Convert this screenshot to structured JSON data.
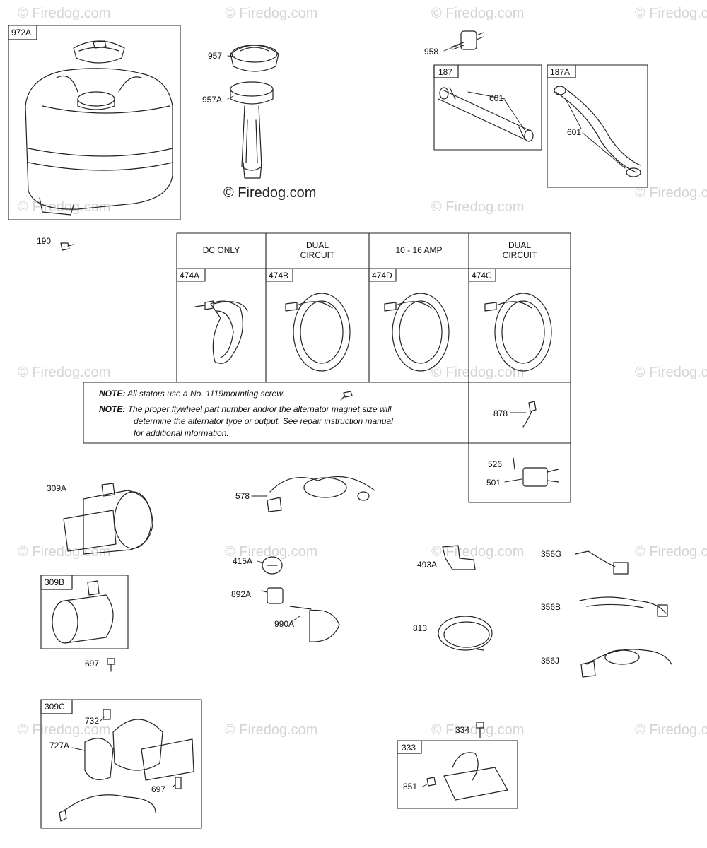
{
  "watermark": {
    "text": "© Firedog.com",
    "color": "#d4d4d4"
  },
  "main_watermark": "© Firedog.com",
  "table": {
    "headers": [
      "DC ONLY",
      "DUAL\nCIRCUIT",
      "10 - 16 AMP",
      "DUAL\nCIRCUIT"
    ],
    "cells": [
      "474A",
      "474B",
      "474D",
      "474C"
    ]
  },
  "notes": {
    "n1_label": "NOTE:",
    "n1_text": "All stators use a No. 1119mounting screw.",
    "n2_label": "NOTE:",
    "n2_line1": "The proper flywheel part number and/or the alternator magnet size will",
    "n2_line2": "determine the alternator type or output. See repair instruction manual",
    "n2_line3": "for additional information."
  },
  "boxes": {
    "b972a": "972A",
    "b187": "187",
    "b187a": "187A",
    "b309b": "309B",
    "b309c": "309C",
    "b333": "333"
  },
  "parts": {
    "p957": "957",
    "p957a": "957A",
    "p958": "958",
    "p601a": "601",
    "p601b": "601",
    "p190": "190",
    "p878": "878",
    "p526": "526",
    "p501": "501",
    "p309a": "309A",
    "p578": "578",
    "p415a": "415A",
    "p892a": "892A",
    "p990a": "990A",
    "p493a": "493A",
    "p813": "813",
    "p356g": "356G",
    "p356b": "356B",
    "p356j": "356J",
    "p697a": "697",
    "p732": "732",
    "p727a": "727A",
    "p697b": "697",
    "p334": "334",
    "p851": "851"
  }
}
